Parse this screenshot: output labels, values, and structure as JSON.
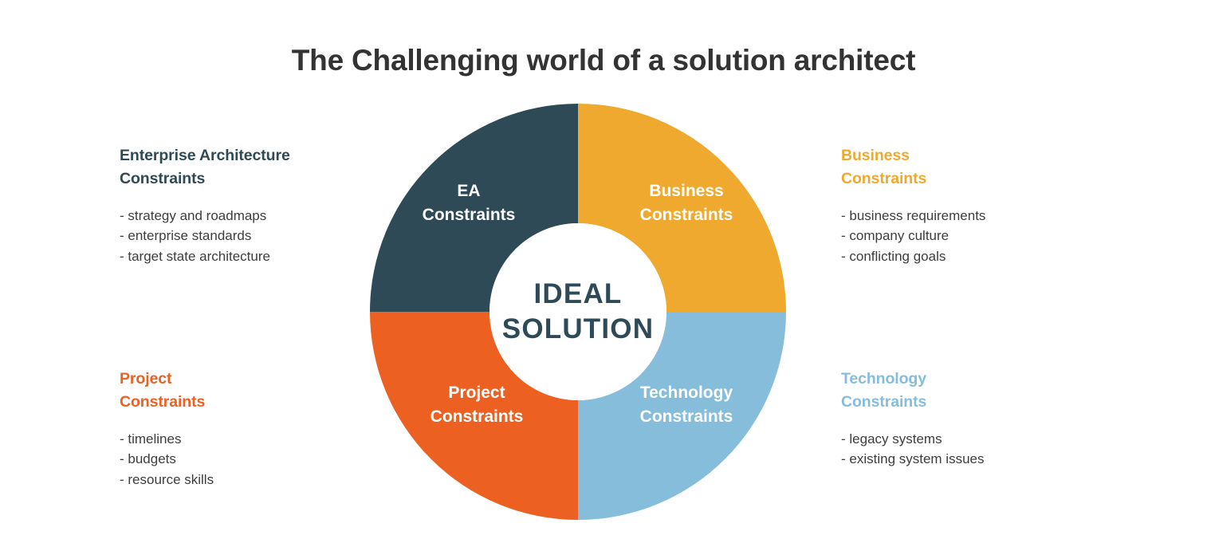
{
  "page": {
    "title": "The Challenging world of a solution architect"
  },
  "colors": {
    "ea": "#2E4A57",
    "business": "#F0A92F",
    "project": "#EC6122",
    "technology": "#85BDDB",
    "title": "#333333",
    "body_text": "#3D3D3D",
    "hub_text": "#2E4A57",
    "segment_label": "#FFFFFF",
    "background": "#FFFFFF"
  },
  "donut": {
    "center": {
      "line1": "IDEAL",
      "line2": "SOLUTION"
    },
    "segments": [
      {
        "key": "ea",
        "label_line1": "EA",
        "label_line2": "Constraints",
        "color": "#2E4A57",
        "quadrant": "top-left"
      },
      {
        "key": "business",
        "label_line1": "Business",
        "label_line2": "Constraints",
        "color": "#F0A92F",
        "quadrant": "top-right"
      },
      {
        "key": "project",
        "label_line1": "Project",
        "label_line2": "Constraints",
        "color": "#EC6122",
        "quadrant": "bottom-left"
      },
      {
        "key": "technology",
        "label_line1": "Technology",
        "label_line2": "Constraints",
        "color": "#85BDDB",
        "quadrant": "bottom-right"
      }
    ]
  },
  "blocks": {
    "ea": {
      "heading_line1": "Enterprise Architecture",
      "heading_line2": "Constraints",
      "items": [
        "- strategy and roadmaps",
        "- enterprise standards",
        "- target state architecture"
      ]
    },
    "project": {
      "heading_line1": "Project",
      "heading_line2": "Constraints",
      "items": [
        "- timelines",
        "- budgets",
        "- resource skills"
      ]
    },
    "business": {
      "heading_line1": "Business",
      "heading_line2": "Constraints",
      "items": [
        "- business requirements",
        "- company culture",
        "- conflicting goals"
      ]
    },
    "technology": {
      "heading_line1": "Technology",
      "heading_line2": "Constraints",
      "items": [
        "- legacy systems",
        "- existing system issues"
      ]
    }
  }
}
